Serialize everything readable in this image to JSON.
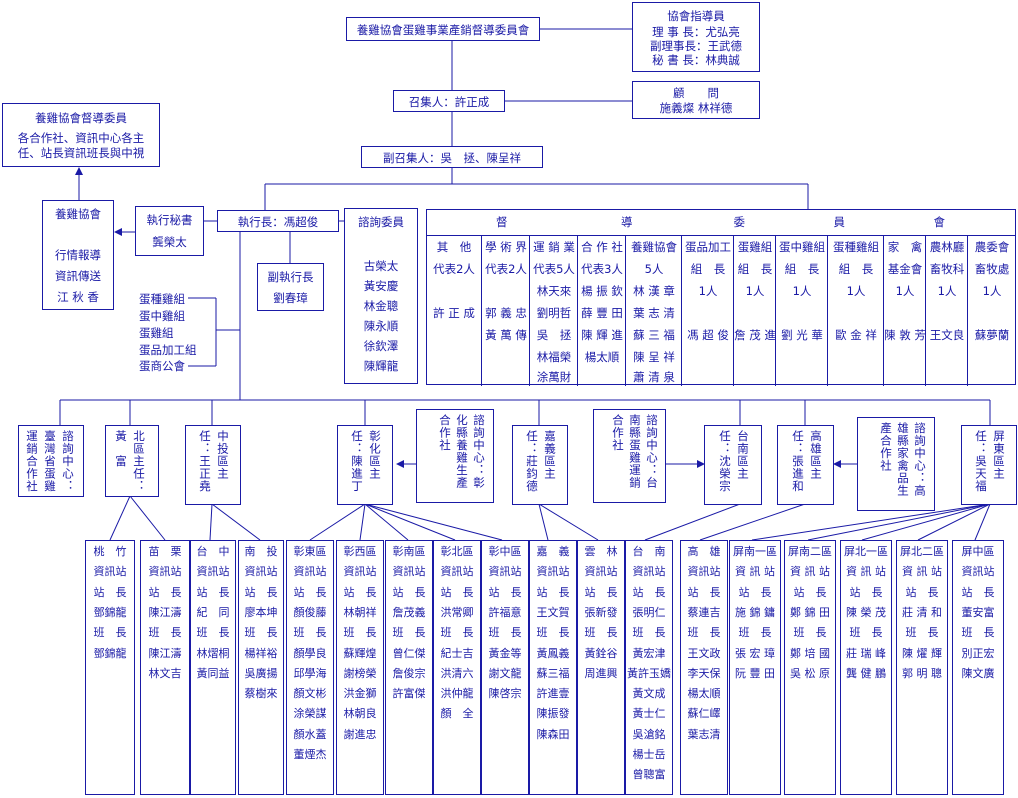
{
  "title": "養雞協會蛋雞事業產銷督導委員會",
  "advisor": {
    "heading": "協會指導員",
    "lines": [
      "理 事 長：尤弘亮",
      "副理事長：王武德",
      "秘 書 長：林典誠"
    ]
  },
  "convener": "召集人：許正成",
  "consultant": {
    "heading": "顧　　問",
    "names": "施義燦  林祥德"
  },
  "deputy": "副召集人：吳　拯、陳呈祥",
  "supervise": {
    "heading": "養雞協會督導委員",
    "lines": [
      "各合作社、資訊中心各主",
      "任、站長資訊班長與中視"
    ]
  },
  "association": [
    "養雞協會",
    "行情報導",
    "資訊傳送",
    "江 秋 香"
  ],
  "secretary": [
    "執行秘書",
    "龔榮太"
  ],
  "executive": "執行長：馮超俊",
  "vice_exec": [
    "副執行長",
    "劉春璋"
  ],
  "groups": [
    "蛋種雞組",
    "蛋中雞組",
    "蛋雞組",
    "蛋品加工組",
    "蛋商公會"
  ],
  "consult": {
    "heading": "諮詢委員",
    "names": [
      "古榮太",
      "黃安慶",
      "林金聰",
      "陳永順",
      "徐欽澤",
      "陳輝龍"
    ]
  },
  "committee": {
    "heading": "督　　　　　　　　　導　　　　　　　　委　　　　　　　員　　　　　　　會",
    "columns": [
      {
        "head": "其　他",
        "sub": "代表2人",
        "names": [
          "",
          "許 正 成"
        ]
      },
      {
        "head": "學 術 界",
        "sub": "代表2人",
        "names": [
          "",
          "郭 義 忠",
          "黃 萬 傳"
        ]
      },
      {
        "head": "運 銷 業",
        "sub": "代表5人",
        "names": [
          "林天來",
          "劉明哲",
          "吳　拯",
          "林福榮",
          "涂萬財"
        ]
      },
      {
        "head": "合 作 社",
        "sub": "代表3人",
        "names": [
          "楊 振 欽",
          "薛 豐 田",
          "陳 輝 進",
          "楊太順"
        ]
      },
      {
        "head": "養雞協會",
        "sub": "5人",
        "names": [
          "林 漢 章",
          "葉 志 清",
          "蘇 三 福",
          "陳 呈 祥",
          "蕭 清 泉"
        ]
      },
      {
        "head": "蛋品加工",
        "sub": "組　長",
        "names": [
          "1人",
          "",
          "馮 超 俊"
        ]
      },
      {
        "head": "蛋雞組",
        "sub": "組　長",
        "names": [
          "1人",
          "",
          "詹 茂 進"
        ]
      },
      {
        "head": "蛋中雞組",
        "sub": "組　長",
        "names": [
          "1人",
          "",
          "劉 光 華"
        ]
      },
      {
        "head": "蛋種雞組",
        "sub": "組　長",
        "names": [
          "1人",
          "",
          "歐 金 祥"
        ]
      },
      {
        "head": "家　禽",
        "sub": "基金會",
        "names": [
          "1人",
          "",
          "陳 敦 芳"
        ]
      },
      {
        "head": "農林廳",
        "sub": "畜牧科",
        "names": [
          "1人",
          "",
          "王文良"
        ]
      },
      {
        "head": "農委會",
        "sub": "畜牧處",
        "names": [
          "1人",
          "",
          "蘇夢蘭"
        ]
      }
    ]
  },
  "regions": [
    {
      "text": "諮詢中心：臺灣省蛋雞運銷合作社"
    },
    {
      "text": "北區主任：黃　富"
    },
    {
      "text": "中投區主任：王正堯"
    },
    {
      "text": "彰化區主任：陳進丁"
    },
    {
      "text": "諮詢中心：彰化縣養雞生產合作社"
    },
    {
      "text": "嘉義區主任：莊鈞德"
    },
    {
      "text": "諮詢中心：台南縣蛋雞運銷合作社"
    },
    {
      "text": "台南區主任：沈榮宗"
    },
    {
      "text": "高雄區主任：張進和"
    },
    {
      "text": "諮詢中心：高雄縣家禽品生產合作社"
    },
    {
      "text": "屏東區主任：吳天福"
    }
  ],
  "stations": [
    [
      "桃　竹",
      "資訊站",
      "站　長",
      "鄧錦龍",
      "班　長",
      "鄧錦龍"
    ],
    [
      "苗　栗",
      "資訊站",
      "站　長",
      "陳江濤",
      "班　長",
      "陳江濤",
      "林文吉"
    ],
    [
      "台　中",
      "資訊站",
      "站　長",
      "紀　同",
      "班　長",
      "林熠桐",
      "黃同益"
    ],
    [
      "南　投",
      "資訊站",
      "站　長",
      "廖本坤",
      "班　長",
      "楊祥裕",
      "吳廣揚",
      "蔡樹來"
    ],
    [
      "彰東區",
      "資訊站",
      "站　長",
      "顏俊藤",
      "班　長",
      "顏學良",
      "邱學海",
      "顏文彬",
      "涂榮謀",
      "顏水蓋",
      "董煙杰"
    ],
    [
      "彰西區",
      "資訊站",
      "站　長",
      "林朝祥",
      "班　長",
      "蘇輝煌",
      "謝榜榮",
      "洪金獅",
      "林朝良",
      "謝進忠"
    ],
    [
      "彰南區",
      "資訊站",
      "站　長",
      "詹茂義",
      "班　長",
      "曾仁傑",
      "詹俊宗",
      "許富傑"
    ],
    [
      "彰北區",
      "資訊站",
      "站　長",
      "洪常卿",
      "班　長",
      "紀士吉",
      "洪清六",
      "洪仲龍",
      "顏　全"
    ],
    [
      "彰中區",
      "資訊站",
      "站　長",
      "許福意",
      "班　長",
      "黃金等",
      "謝文龍",
      "陳啓宗"
    ],
    [
      "嘉　義",
      "資訊站",
      "站　長",
      "王文賀",
      "班　長",
      "黃鳳義",
      "蘇三福",
      "許進壹",
      "陳振發",
      "陳森田"
    ],
    [
      "雲　林",
      "資訊站",
      "站　長",
      "張新發",
      "班　長",
      "黃銓谷",
      "周進興"
    ],
    [
      "台　南",
      "資訊站",
      "站　長",
      "張明仁",
      "班　長",
      "黃宏津",
      "黃許玉嬌",
      "黃文成",
      "黃士仁",
      "吳滄銘",
      "楊士岳",
      "曾聰富"
    ],
    [
      "高　雄",
      "資訊站",
      "站　長",
      "蔡連吉",
      "班　長",
      "王文政",
      "李天保",
      "楊太順",
      "蘇仁嶧",
      "葉志清"
    ],
    [
      "屏南一區",
      "資 訊 站",
      "站　長",
      "施 錦 鏞",
      "班　長",
      "張 宏 璋",
      "阮 豐 田"
    ],
    [
      "屏南二區",
      "資 訊 站",
      "站　長",
      "鄭 錦 田",
      "班　長",
      "鄭 培 國",
      "吳 松 原"
    ],
    [
      "屏北一區",
      "資 訊 站",
      "站　長",
      "陳 榮 茂",
      "班　長",
      "莊 瑞 峰",
      "龔 健 鵬"
    ],
    [
      "屏北二區",
      "資 訊 站",
      "站　長",
      "莊 清 和",
      "班　長",
      "陳 燿 輝",
      "郭 明 聰"
    ],
    [
      "屏中區",
      "資訊站",
      "站　長",
      "董安富",
      "班　長",
      "別正宏",
      "陳文廣"
    ]
  ]
}
